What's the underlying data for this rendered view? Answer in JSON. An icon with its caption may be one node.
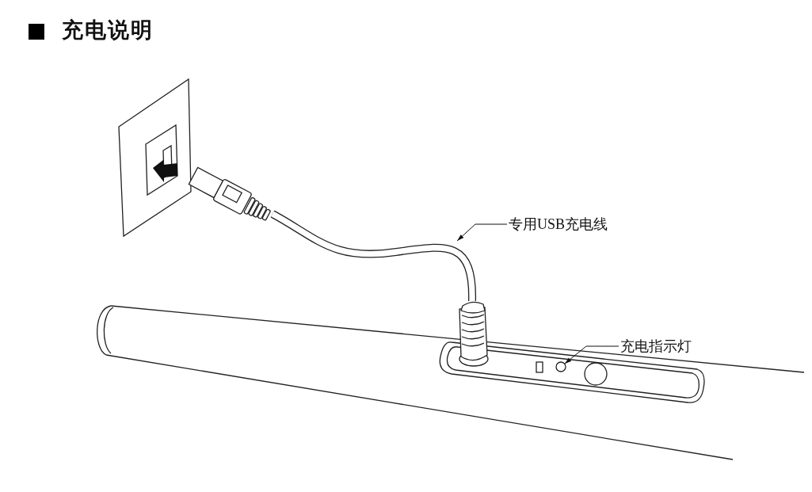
{
  "diagram": {
    "title": "充电说明",
    "nodes": [
      {
        "text": [
          "专用USB充电线"
        ]
      },
      {
        "text": [],
        "shape": "picture"
      },
      {
        "text": [
          "充电指示灯"
        ]
      },
      {
        "text": [],
        "shape": "circle"
      }
    ],
    "edges": [
      {
        "from": 0,
        "to": 1,
        "arrow": "to"
      },
      {
        "from": 2,
        "to": 3,
        "arrow": "to"
      }
    ]
  }
}
